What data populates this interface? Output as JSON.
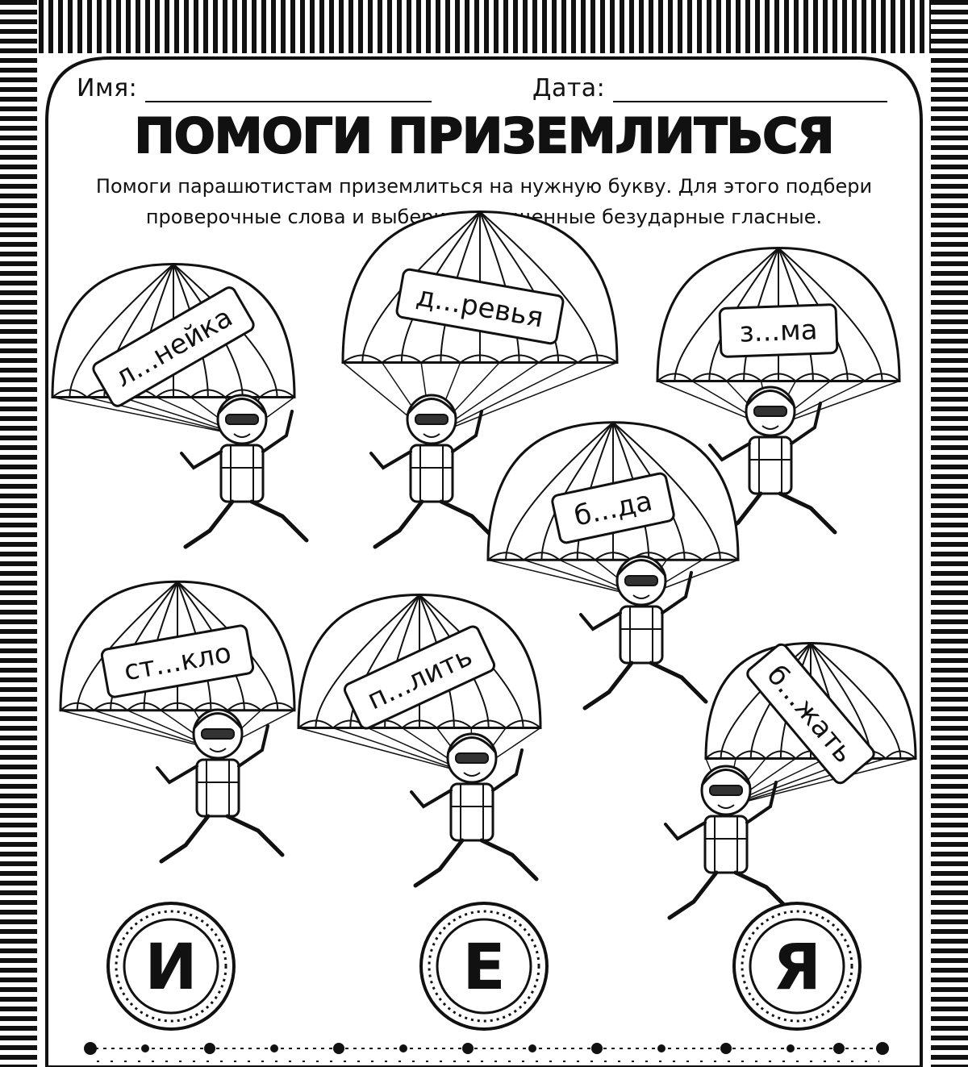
{
  "header": {
    "name_label": "Имя:",
    "date_label": "Дата:"
  },
  "title": "ПОМОГИ ПРИЗЕМЛИТЬСЯ",
  "instruction": {
    "line1": "Помоги парашютистам приземлиться на нужную букву. Для этого подбери",
    "line2": "проверочные слова и выбери пропущенные безударные гласные."
  },
  "parachutes": [
    {
      "word": "л...нейка"
    },
    {
      "word": "д...ревья"
    },
    {
      "word": "з...ма"
    },
    {
      "word": "б...да"
    },
    {
      "word": "ст...кло"
    },
    {
      "word": "п...лить"
    },
    {
      "word": "б...жать"
    }
  ],
  "vowels": [
    "И",
    "Е",
    "Я"
  ]
}
